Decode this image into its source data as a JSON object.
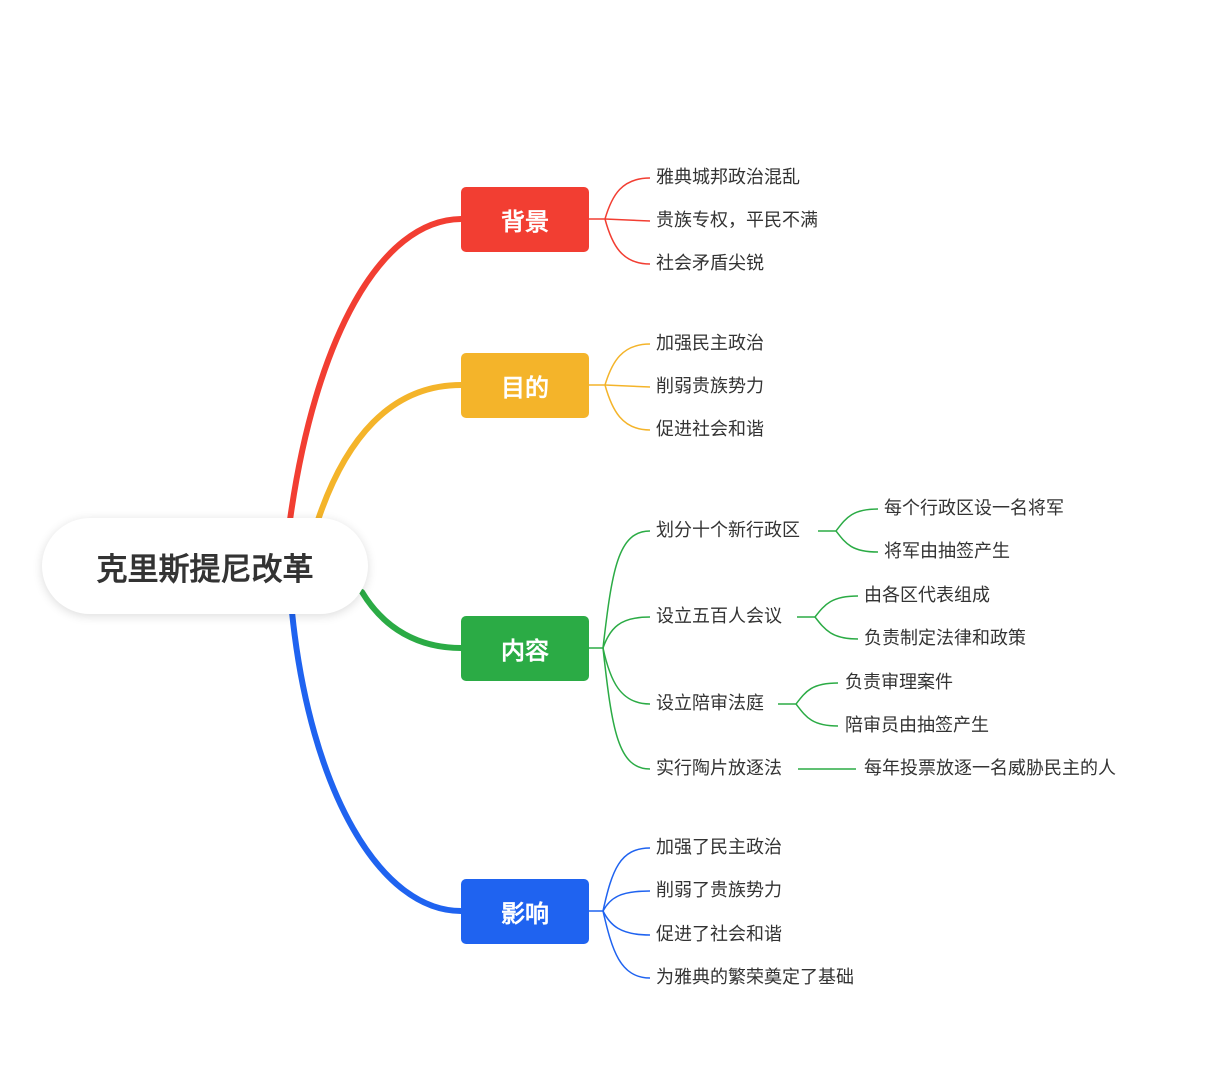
{
  "root": {
    "label": "克里斯提尼改革"
  },
  "colors": {
    "background": "#f23e32",
    "purpose": "#f4b42a",
    "content": "#2bab45",
    "impact": "#1f63f0"
  },
  "branches": {
    "background": {
      "label": "背景",
      "items": [
        "雅典城邦政治混乱",
        "贵族专权，平民不满",
        "社会矛盾尖锐"
      ]
    },
    "purpose": {
      "label": "目的",
      "items": [
        "加强民主政治",
        "削弱贵族势力",
        "促进社会和谐"
      ]
    },
    "content": {
      "label": "内容",
      "items": [
        {
          "label": "划分十个新行政区",
          "children": [
            "每个行政区设一名将军",
            "将军由抽签产生"
          ]
        },
        {
          "label": "设立五百人会议",
          "children": [
            "由各区代表组成",
            "负责制定法律和政策"
          ]
        },
        {
          "label": "设立陪审法庭",
          "children": [
            "负责审理案件",
            "陪审员由抽签产生"
          ]
        },
        {
          "label": "实行陶片放逐法",
          "children": [
            "每年投票放逐一名威胁民主的人"
          ]
        }
      ]
    },
    "impact": {
      "label": "影响",
      "items": [
        "加强了民主政治",
        "削弱了贵族势力",
        "促进了社会和谐",
        "为雅典的繁荣奠定了基础"
      ]
    }
  }
}
